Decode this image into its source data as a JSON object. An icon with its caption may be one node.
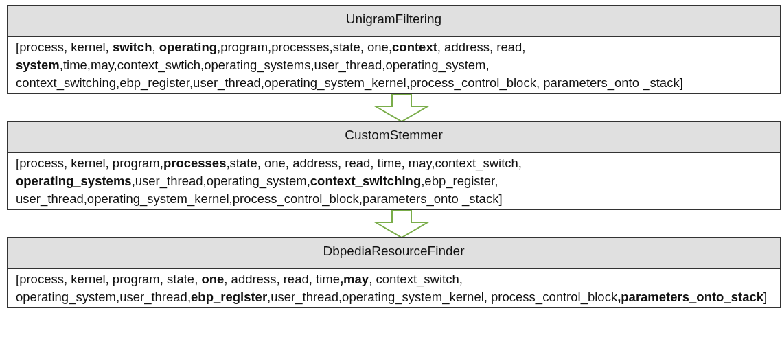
{
  "diagram": {
    "nodes": [
      {
        "text": [
          "UnigramFiltering",
          "[process, kernel, **switch**, **operating**,program,processes,state, one,**context**, address, read, **system**,time,may,context_swtich,operating_systems,user_thread,operating_system, context_switching,ebp_register,user_thread,operating_system_kernel,process_control_block, parameters_onto _stack]"
        ]
      },
      {
        "text": [
          "CustomStemmer",
          "[process, kernel, program,**processes**,state, one, address, read, time, may,context_switch, **operating_systems**,user_thread,operating_system,**context_switching**,ebp_register, user_thread,operating_system_kernel,process_control_block,parameters_onto _stack]"
        ]
      },
      {
        "text": [
          "DbpediaResourceFinder",
          "[process, kernel, program, state, **one**, address, read, time**,may**, context_switch, operating_system,user_thread,**ebp_register**,user_thread,operating_system_kernel, process_control_block**,parameters_onto_stack**]"
        ]
      }
    ],
    "edges": [
      {
        "from": 0,
        "to": 1,
        "arrow": "to"
      },
      {
        "from": 1,
        "to": 2,
        "arrow": "to"
      }
    ]
  }
}
